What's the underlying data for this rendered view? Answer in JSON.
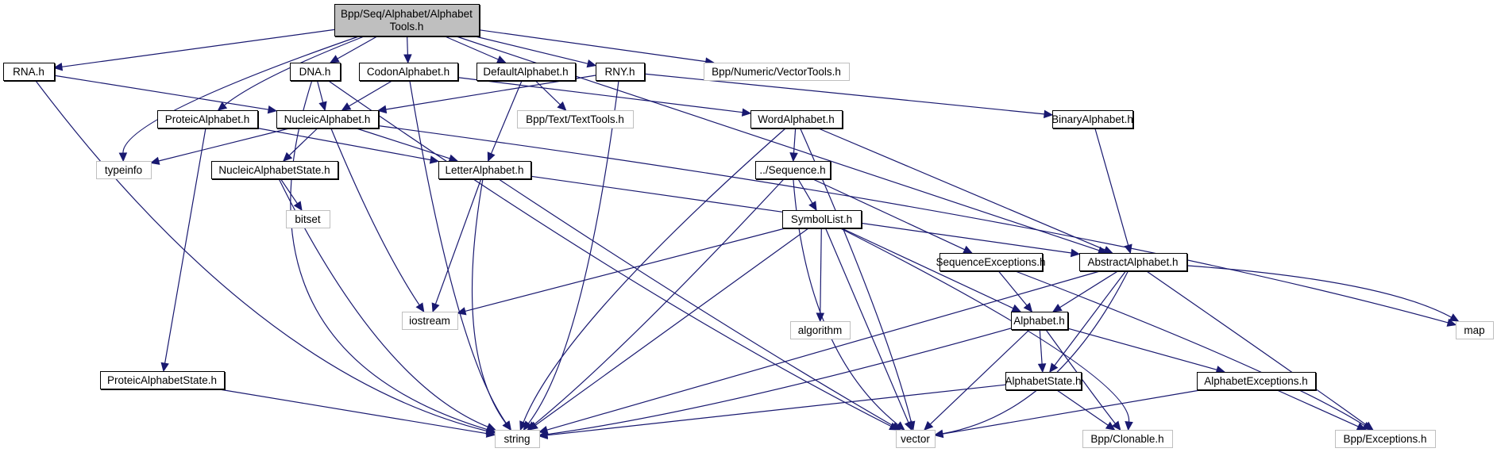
{
  "graph": {
    "title": "Include dependency graph for AlphabetTools.h",
    "edge_color": "#191970",
    "root_fill": "#bfbfbf",
    "external_border": "#bfbfbf",
    "nodes": [
      {
        "id": "root",
        "label": [
          "Bpp/Seq/Alphabet/Alphabet",
          "Tools.h"
        ],
        "kind": "root"
      },
      {
        "id": "rna",
        "label": [
          "RNA.h"
        ],
        "kind": "internal"
      },
      {
        "id": "dna",
        "label": [
          "DNA.h"
        ],
        "kind": "internal"
      },
      {
        "id": "codon",
        "label": [
          "CodonAlphabet.h"
        ],
        "kind": "internal"
      },
      {
        "id": "default",
        "label": [
          "DefaultAlphabet.h"
        ],
        "kind": "internal"
      },
      {
        "id": "rny",
        "label": [
          "RNY.h"
        ],
        "kind": "internal"
      },
      {
        "id": "vectortools",
        "label": [
          "Bpp/Numeric/VectorTools.h"
        ],
        "kind": "external"
      },
      {
        "id": "proteic",
        "label": [
          "ProteicAlphabet.h"
        ],
        "kind": "internal"
      },
      {
        "id": "nucleic",
        "label": [
          "NucleicAlphabet.h"
        ],
        "kind": "internal"
      },
      {
        "id": "texttools",
        "label": [
          "Bpp/Text/TextTools.h"
        ],
        "kind": "external"
      },
      {
        "id": "word",
        "label": [
          "WordAlphabet.h"
        ],
        "kind": "internal"
      },
      {
        "id": "binary",
        "label": [
          "BinaryAlphabet.h"
        ],
        "kind": "internal"
      },
      {
        "id": "typeinfo",
        "label": [
          "typeinfo"
        ],
        "kind": "external"
      },
      {
        "id": "nucleicstate",
        "label": [
          "NucleicAlphabetState.h"
        ],
        "kind": "internal"
      },
      {
        "id": "letter",
        "label": [
          "LetterAlphabet.h"
        ],
        "kind": "internal"
      },
      {
        "id": "sequence",
        "label": [
          "../Sequence.h"
        ],
        "kind": "internal"
      },
      {
        "id": "bitset",
        "label": [
          "bitset"
        ],
        "kind": "external"
      },
      {
        "id": "symbollist",
        "label": [
          "SymbolList.h"
        ],
        "kind": "internal"
      },
      {
        "id": "seqexc",
        "label": [
          "SequenceExceptions.h"
        ],
        "kind": "internal"
      },
      {
        "id": "abstract",
        "label": [
          "AbstractAlphabet.h"
        ],
        "kind": "internal"
      },
      {
        "id": "iostream",
        "label": [
          "iostream"
        ],
        "kind": "external"
      },
      {
        "id": "algorithm",
        "label": [
          "algorithm"
        ],
        "kind": "external"
      },
      {
        "id": "alphabet",
        "label": [
          "Alphabet.h"
        ],
        "kind": "internal"
      },
      {
        "id": "map",
        "label": [
          "map"
        ],
        "kind": "external"
      },
      {
        "id": "proteicstate",
        "label": [
          "ProteicAlphabetState.h"
        ],
        "kind": "internal"
      },
      {
        "id": "alphastate",
        "label": [
          "AlphabetState.h"
        ],
        "kind": "internal"
      },
      {
        "id": "alphaexc",
        "label": [
          "AlphabetExceptions.h"
        ],
        "kind": "internal"
      },
      {
        "id": "string",
        "label": [
          "string"
        ],
        "kind": "external"
      },
      {
        "id": "vector",
        "label": [
          "vector"
        ],
        "kind": "external"
      },
      {
        "id": "clonable",
        "label": [
          "Bpp/Clonable.h"
        ],
        "kind": "external"
      },
      {
        "id": "exceptions",
        "label": [
          "Bpp/Exceptions.h"
        ],
        "kind": "external"
      }
    ],
    "edges": [
      [
        "root",
        "rna"
      ],
      [
        "root",
        "dna"
      ],
      [
        "root",
        "codon"
      ],
      [
        "root",
        "default"
      ],
      [
        "root",
        "rny"
      ],
      [
        "root",
        "vectortools"
      ],
      [
        "root",
        "proteic"
      ],
      [
        "root",
        "typeinfo"
      ],
      [
        "root",
        "abstract"
      ],
      [
        "rna",
        "nucleic"
      ],
      [
        "rna",
        "string"
      ],
      [
        "dna",
        "nucleic"
      ],
      [
        "dna",
        "string"
      ],
      [
        "dna",
        "vector"
      ],
      [
        "codon",
        "nucleic"
      ],
      [
        "codon",
        "word"
      ],
      [
        "codon",
        "string"
      ],
      [
        "default",
        "letter"
      ],
      [
        "default",
        "texttools"
      ],
      [
        "rny",
        "nucleic"
      ],
      [
        "rny",
        "binary"
      ],
      [
        "rny",
        "string"
      ],
      [
        "proteic",
        "letter"
      ],
      [
        "proteic",
        "proteicstate"
      ],
      [
        "nucleic",
        "typeinfo"
      ],
      [
        "nucleic",
        "nucleicstate"
      ],
      [
        "nucleic",
        "letter"
      ],
      [
        "nucleic",
        "iostream"
      ],
      [
        "nucleic",
        "map"
      ],
      [
        "nucleicstate",
        "bitset"
      ],
      [
        "nucleicstate",
        "string"
      ],
      [
        "letter",
        "abstract"
      ],
      [
        "letter",
        "iostream"
      ],
      [
        "letter",
        "string"
      ],
      [
        "letter",
        "vector"
      ],
      [
        "word",
        "sequence"
      ],
      [
        "word",
        "abstract"
      ],
      [
        "word",
        "string"
      ],
      [
        "word",
        "vector"
      ],
      [
        "binary",
        "abstract"
      ],
      [
        "sequence",
        "symbollist"
      ],
      [
        "sequence",
        "seqexc"
      ],
      [
        "sequence",
        "string"
      ],
      [
        "sequence",
        "vector"
      ],
      [
        "symbollist",
        "algorithm"
      ],
      [
        "symbollist",
        "alphabet"
      ],
      [
        "symbollist",
        "iostream"
      ],
      [
        "symbollist",
        "string"
      ],
      [
        "symbollist",
        "vector"
      ],
      [
        "symbollist",
        "clonable"
      ],
      [
        "seqexc",
        "alphabet"
      ],
      [
        "seqexc",
        "exceptions"
      ],
      [
        "abstract",
        "alphabet"
      ],
      [
        "abstract",
        "alphastate"
      ],
      [
        "abstract",
        "string"
      ],
      [
        "abstract",
        "vector"
      ],
      [
        "abstract",
        "map"
      ],
      [
        "abstract",
        "exceptions"
      ],
      [
        "alphabet",
        "alphastate"
      ],
      [
        "alphabet",
        "alphaexc"
      ],
      [
        "alphabet",
        "string"
      ],
      [
        "alphabet",
        "vector"
      ],
      [
        "alphabet",
        "clonable"
      ],
      [
        "alphastate",
        "clonable"
      ],
      [
        "alphastate",
        "string"
      ],
      [
        "alphaexc",
        "exceptions"
      ],
      [
        "alphaexc",
        "vector"
      ],
      [
        "proteicstate",
        "string"
      ]
    ]
  }
}
